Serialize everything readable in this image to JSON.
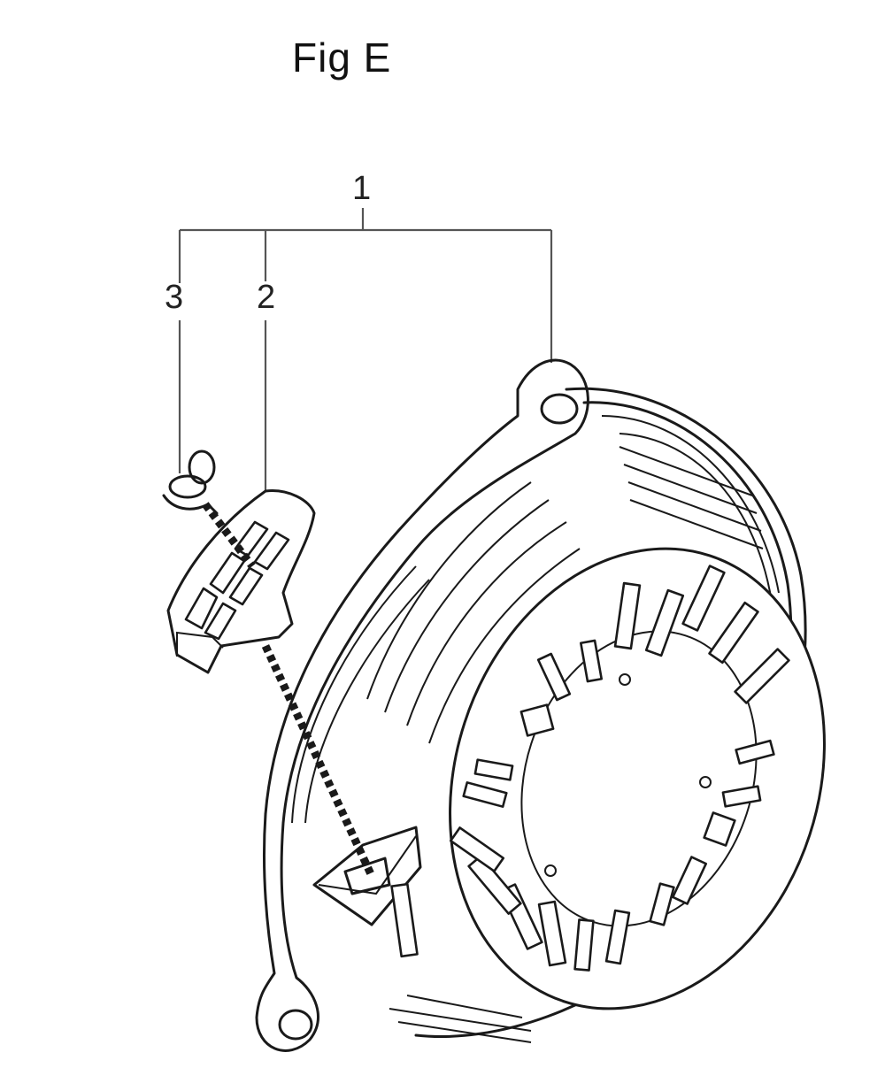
{
  "figure": {
    "title": "Fig E",
    "callouts": {
      "assembly": "1",
      "handle": "2",
      "knot": "3"
    },
    "ink_color": "#1a1a1a",
    "background_color": "#ffffff"
  }
}
